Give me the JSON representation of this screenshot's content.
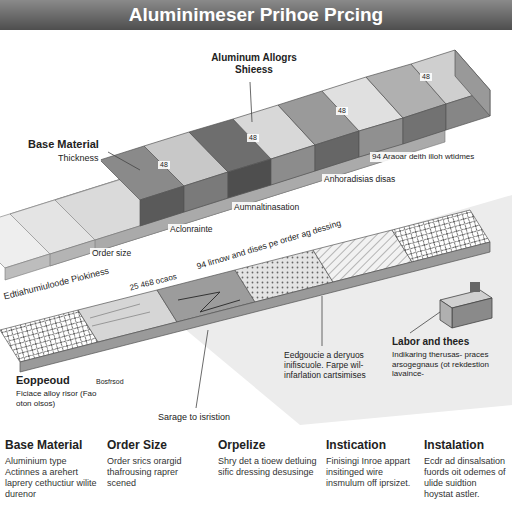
{
  "diagram": {
    "title": "Aluminimeser Prihoe Prcing",
    "labels": [
      "Aluminum Allogrs Shieess",
      "Base Material",
      "Thickness",
      "48",
      "48",
      "48",
      "48",
      "94 Araoar deith illoh wtidmes",
      "Anhoradisias disas",
      "Aumnaltinasation",
      "Aclonrainte",
      "Order size",
      "94 lirnow and dises pe order ag dessing",
      "Edtiahumiuloode Piokiness",
      "25 468 ocaos",
      "Labor and thees",
      "Indikaring therusas- praces arsogegnaus (ot rekdestion lavaince-",
      "Eedgoucie a deryuos inifiscuole. Farpe wil- infarlation cartsimises",
      "Eoppeoud",
      "Bosfrsod",
      "Ficiace alloy risor (Fao oton olsos)",
      "Sarage to isristion",
      "Base Material",
      "Aluminium type Actinnes a arehert laprery cethuctiur wilite durenor",
      "Order Size",
      "Order srics orargid thafrousing raprer scened",
      "Orpelize",
      "Shry det a tioew detluing sific dressing desusinge",
      "Instication",
      "Finisingi Inroe appart insitinged wire insmulum off iprsizet.",
      "Instalation",
      "Ecdr ad dinsalsation fuords oit odemes of ulide suidtion hoystat astler."
    ]
  }
}
